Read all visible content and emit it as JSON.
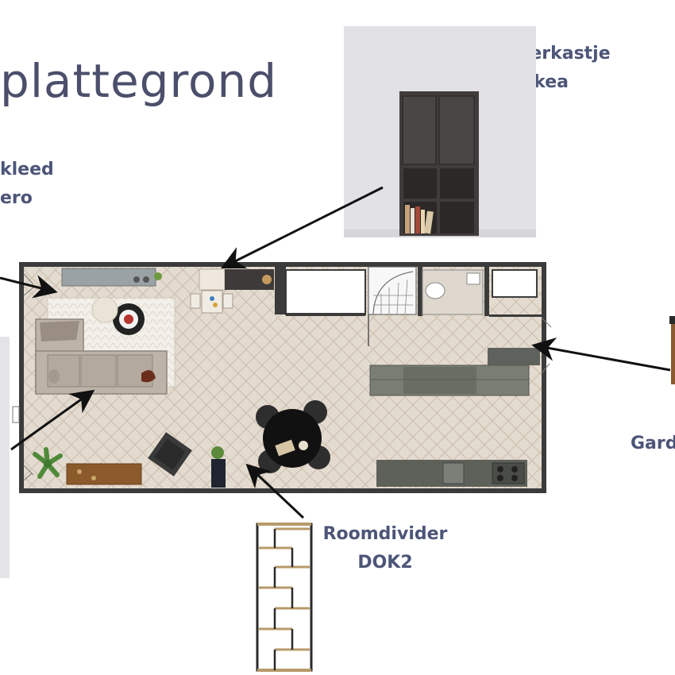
{
  "page": {
    "title": "plattegrond"
  },
  "labels": {
    "kinderkastje": {
      "line1": "Kinderkastje",
      "line2": "Ikea"
    },
    "vloerkleed": {
      "line1": "kleed",
      "line2": "ero"
    },
    "roomdivider": {
      "line1": "Roomdivider",
      "line2": "DOK2"
    },
    "garderobe": {
      "line1": "Gard"
    }
  },
  "colors": {
    "text": "#4d5578",
    "wall": "#3a3a3a",
    "floor": "#e2d9ce",
    "cabinet": "#3f3c3b",
    "green_unit": "#6e7164",
    "panel_bg": "#e2e2e6"
  }
}
